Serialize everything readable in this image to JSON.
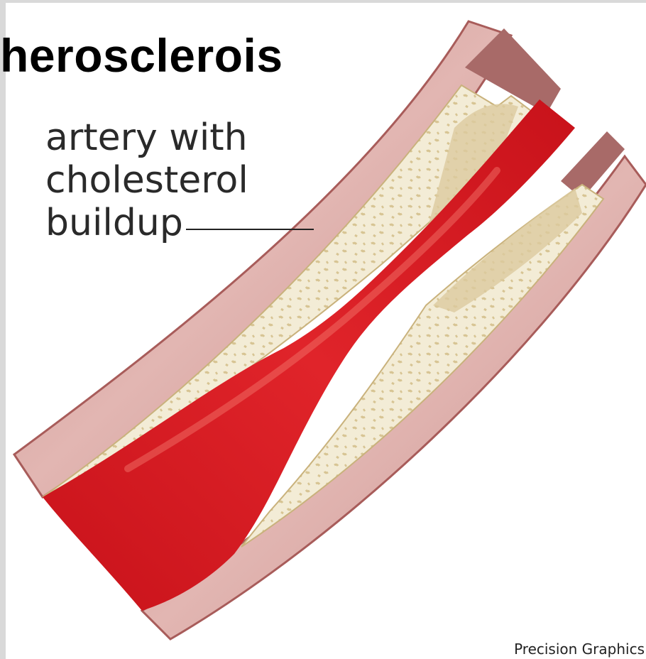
{
  "title": "herosclerois",
  "label_lines": [
    "artery with",
    "cholesterol",
    "buildup"
  ],
  "credit": "Precision Graphics",
  "colors": {
    "wall": "#d8a8a4",
    "wall_edge": "#b56c6a",
    "plaque": "#efe6cb",
    "plaque_shade": "#d9c79a",
    "blood": "#d81920",
    "blood_dark": "#b30f16",
    "blood_light": "#f0534e"
  }
}
